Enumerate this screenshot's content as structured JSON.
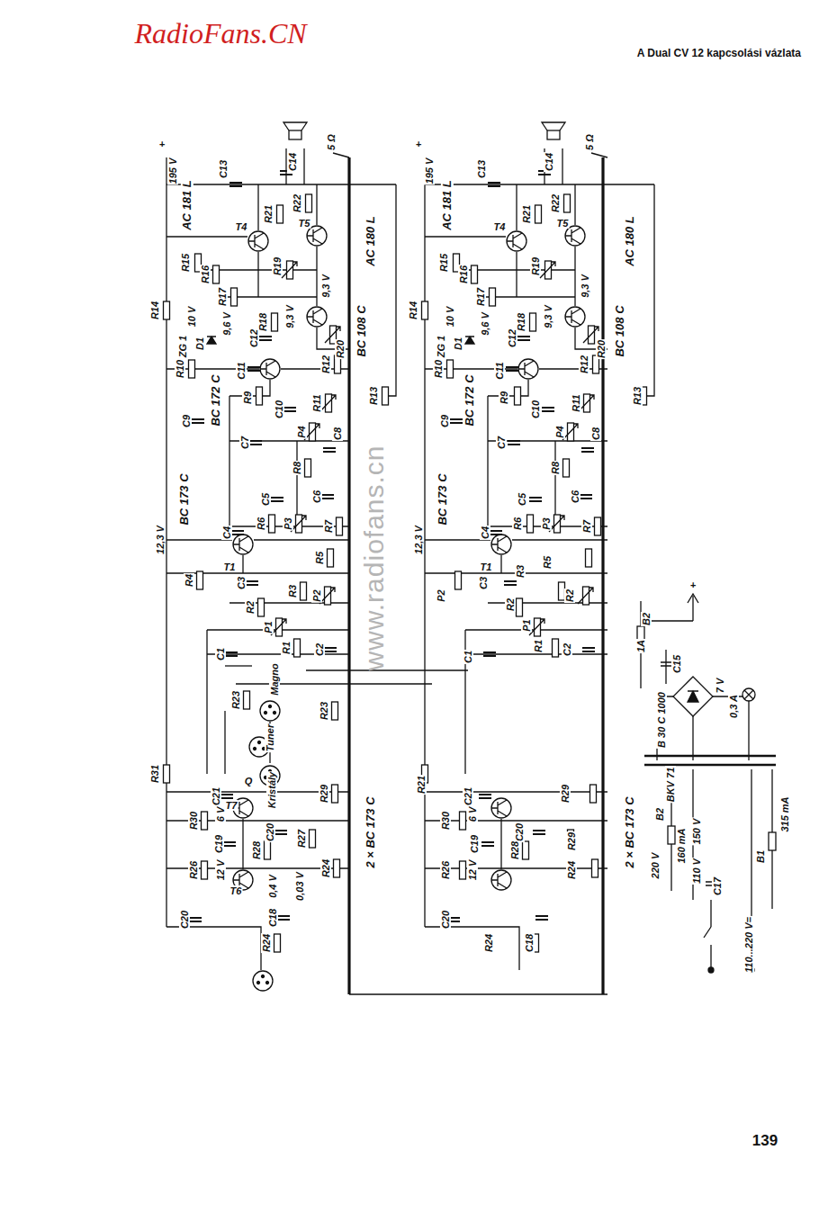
{
  "diagram": {
    "title": "A Dual CV 12 kapcsolási vázlata",
    "labels": [
      "RadioFans.CN",
      "www.radiofans.cn",
      "139",
      "+",
      "195 V",
      "C13",
      "C14",
      "5 Ω",
      "AC 181 L",
      "R21",
      "R22",
      "T4",
      "T5",
      "AC 180 L",
      "R15",
      "R16",
      "R19",
      "9,3 V",
      "R17",
      "10 V",
      "9,6 V",
      "R18",
      "9,3 V",
      "R14",
      "ZG 1",
      "D1",
      "C12",
      "BC 108 C",
      "R10",
      "C11",
      "R12",
      "R20",
      "BC 172 C",
      "R9",
      "C10",
      "R11",
      "R13",
      "C9",
      "C7",
      "P4",
      "C8",
      "R8",
      "C5",
      "C6",
      "BC 173 C",
      "12,3 V",
      "C4",
      "R6",
      "P3",
      "R7",
      "T1",
      "R4",
      "C3",
      "R5",
      "R3",
      "P2",
      "R2",
      "P1",
      "R1",
      "C1",
      "C2",
      "Magno",
      "R23",
      "R23",
      "Tuner",
      "Q",
      "Kristály",
      "R31",
      "C21",
      "T7",
      "R29",
      "R30",
      "6 V",
      "C19",
      "C20",
      "R28",
      "R27",
      "2 × BC 173 C",
      "R26",
      "12 V",
      "T6",
      "0,4 V",
      "0,03 V",
      "R24",
      "C18",
      "C20",
      "R24",
      "+",
      "195 V",
      "C13",
      "C14",
      "5 Ω",
      "AC 181 L",
      "R21",
      "R22",
      "T4",
      "T5",
      "AC 180 L",
      "R15",
      "R16",
      "R19",
      "9,3 V",
      "R17",
      "10 V",
      "9,6 V",
      "R18",
      "9,3 V",
      "R14",
      "ZG 1",
      "D1",
      "C12",
      "BC 108 C",
      "R10",
      "C11",
      "R12",
      "R20",
      "BC 172 C",
      "R9",
      "C10",
      "R11",
      "R13",
      "C9",
      "C7",
      "P4",
      "C8",
      "R8",
      "C5",
      "C6",
      "BC 173 C",
      "12,3 V",
      "C4",
      "R6",
      "P3",
      "R7",
      "R5",
      "T1",
      "C3",
      "R3",
      "P2",
      "R2",
      "R2",
      "P1",
      "R1",
      "C1",
      "C2",
      "R21",
      "C21",
      "R30",
      "6 V",
      "C19",
      "C20",
      "R28",
      "R29",
      "R29",
      "2 × BC 173 C",
      "R26",
      "12 V",
      "R24",
      "C20",
      "R24",
      "C18",
      "B2",
      "1A",
      "+",
      "C15",
      "B 30 C 1000",
      "7 V",
      "0,3 A",
      "BKV 71",
      "B2",
      "160 mA",
      "220 V",
      "150 V",
      "110 V",
      "C17",
      "315 mA",
      "B1",
      "110...220 V="
    ]
  }
}
